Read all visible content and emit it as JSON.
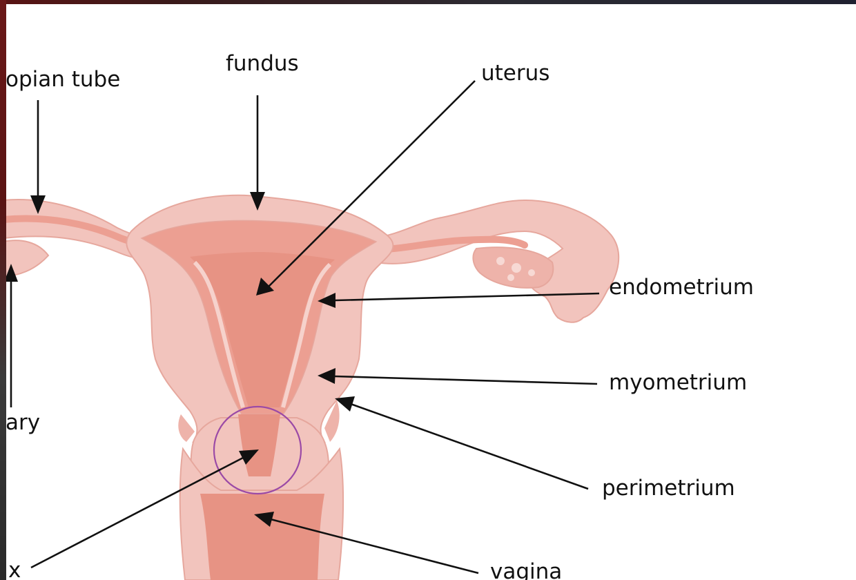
{
  "labels": {
    "fallopian_tube": "opian tube",
    "fundus": "fundus",
    "uterus": "uterus",
    "endometrium": "endometrium",
    "myometrium": "myometrium",
    "perimetrium": "perimetrium",
    "ovary": "ary",
    "cervix": "x",
    "vagina": "vagina"
  },
  "colors": {
    "background": "#ffffff",
    "outer_tissue": "#f2c4bd",
    "mid_tissue": "#ec9f92",
    "inner_cavity": "#e79384",
    "tissue_outline": "#e6a79d",
    "highlight_circle": "#9b4aa6",
    "arrows": "#111111",
    "frame": "#5a1414"
  }
}
